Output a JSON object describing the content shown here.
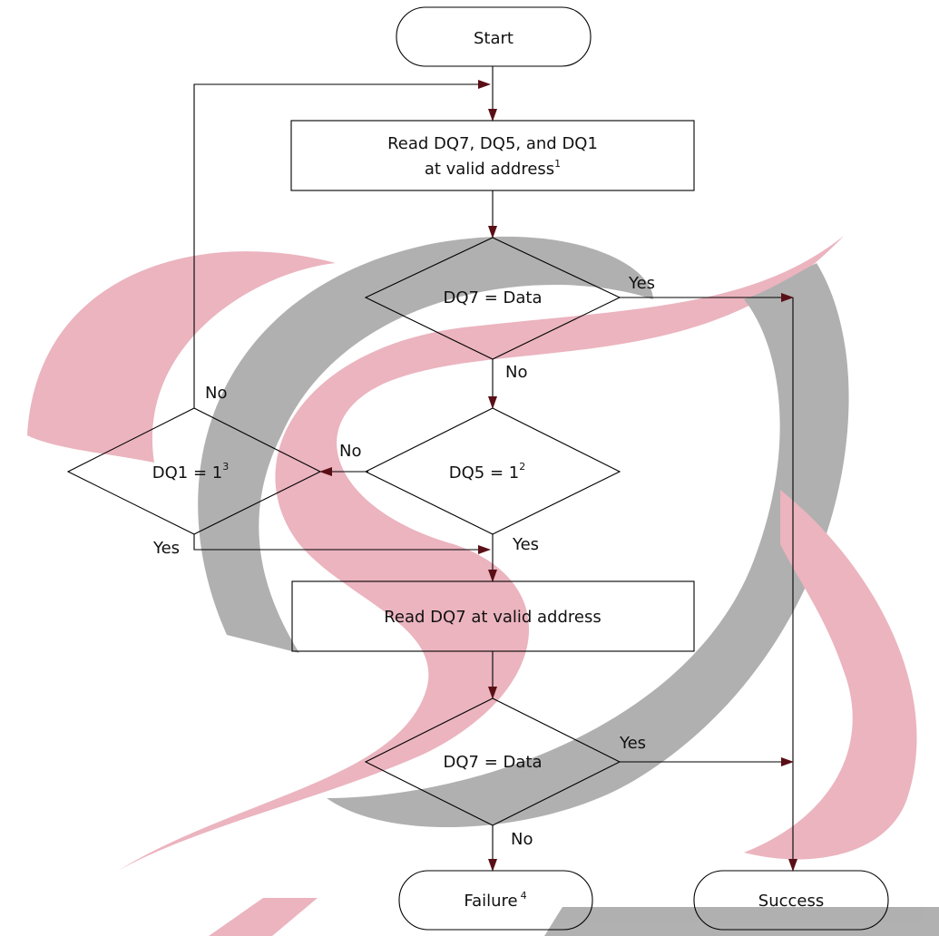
{
  "nodes": {
    "start": {
      "label": "Start"
    },
    "read1": {
      "line1": "Read DQ7, DQ5, and DQ1",
      "line2": "at valid address",
      "sup": "1"
    },
    "dec_dq7_1": {
      "label": "DQ7 = Data"
    },
    "dec_dq5": {
      "label": "DQ5 = 1",
      "sup": "2"
    },
    "dec_dq1": {
      "label": "DQ1 = 1",
      "sup": "3"
    },
    "read2": {
      "label": "Read DQ7 at valid address"
    },
    "dec_dq7_2": {
      "label": "DQ7 = Data"
    },
    "failure": {
      "label": "Failure",
      "sup": "4"
    },
    "success": {
      "label": "Success"
    }
  },
  "edges": {
    "dq7_1_yes": "Yes",
    "dq7_1_no": "No",
    "dq5_no": "No",
    "dq5_yes": "Yes",
    "dq1_no": "No",
    "dq1_yes": "Yes",
    "dq7_2_yes": "Yes",
    "dq7_2_no": "No"
  },
  "colors": {
    "watermark_red": "#e8a7b4",
    "watermark_gray": "#a3a3a3",
    "arrow_head": "#5a0f16"
  }
}
